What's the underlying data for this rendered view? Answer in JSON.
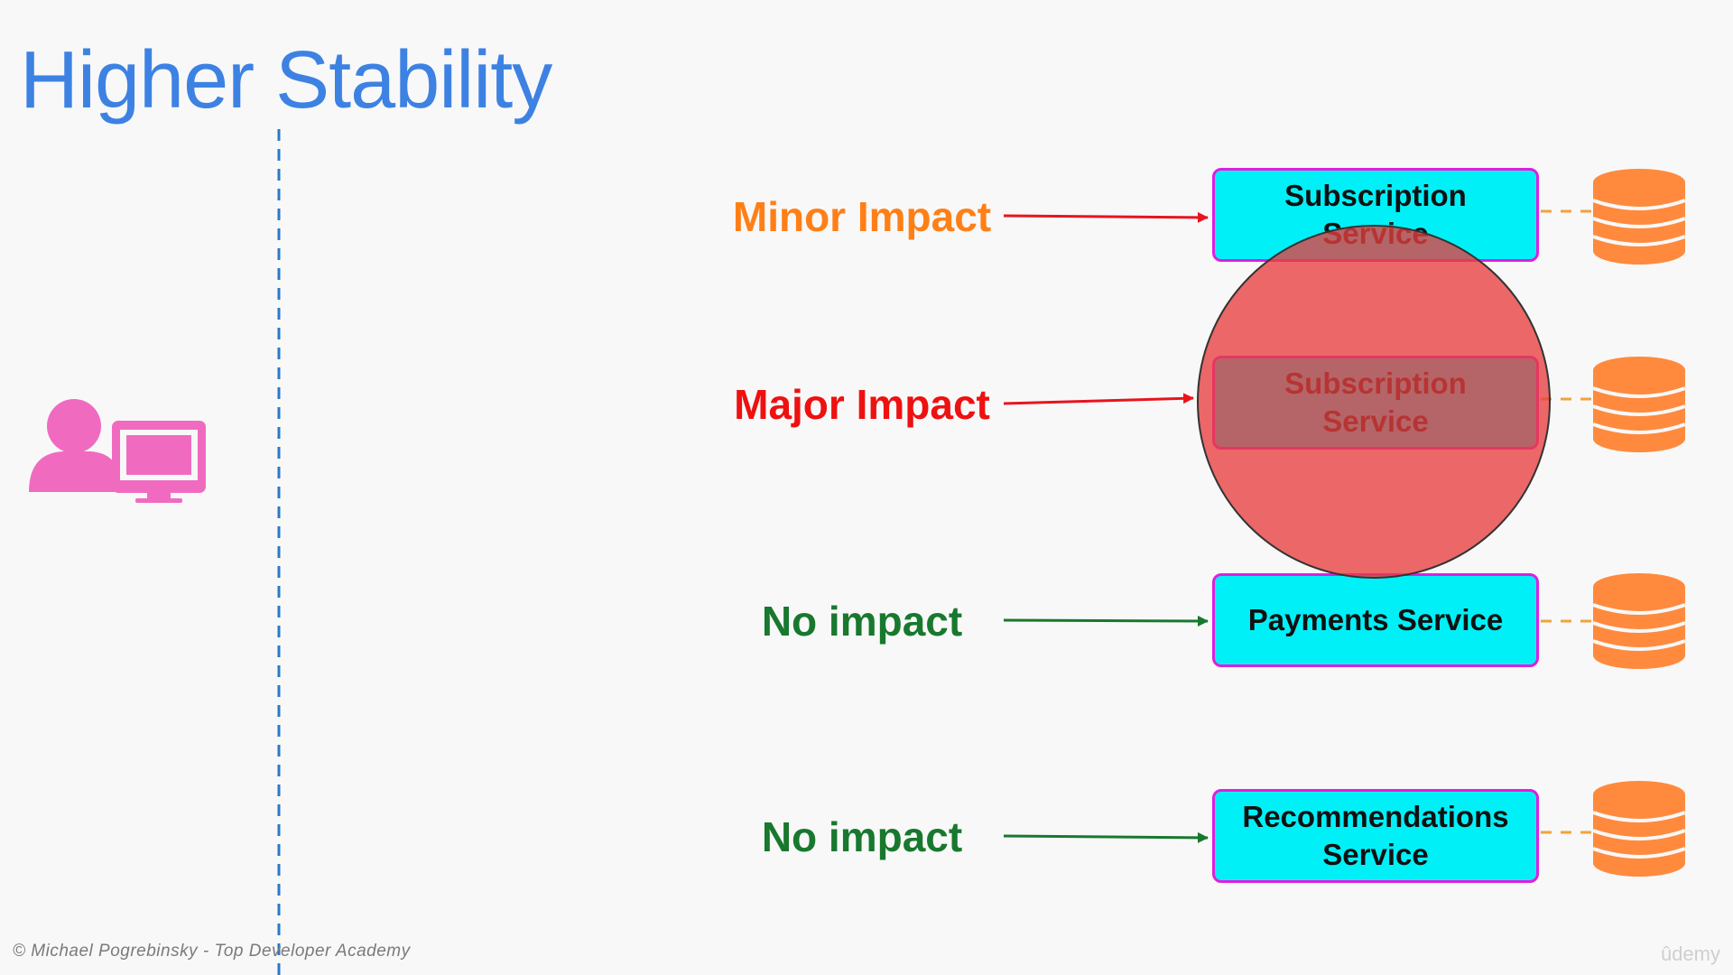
{
  "title": "Higher Stability",
  "rows": [
    {
      "impact_label": "Minor Impact",
      "service_line1": "Subscription",
      "service_line2": "Service"
    },
    {
      "impact_label": "Major Impact",
      "service_line1": "Subscription",
      "service_line2": "Service"
    },
    {
      "impact_label": "No impact",
      "service_line1": "Payments Service",
      "service_line2": ""
    },
    {
      "impact_label": "No impact",
      "service_line1": "Recommendations",
      "service_line2": "Service"
    }
  ],
  "colors": {
    "title": "#3d82e3",
    "minor": "#ff7f17",
    "major": "#ee1111",
    "none": "#18782e",
    "service_fill": "#00f0f8",
    "service_border": "#e01ee0",
    "database": "#ff8a3d",
    "user_icon": "#f06bc0",
    "failure_circle": "#e84a4a"
  },
  "icons": {
    "user": "user-computer-icon",
    "database": "database-icon"
  },
  "footer": {
    "credit": "© Michael Pogrebinsky - Top Developer Academy",
    "watermark": "ûdemy"
  }
}
